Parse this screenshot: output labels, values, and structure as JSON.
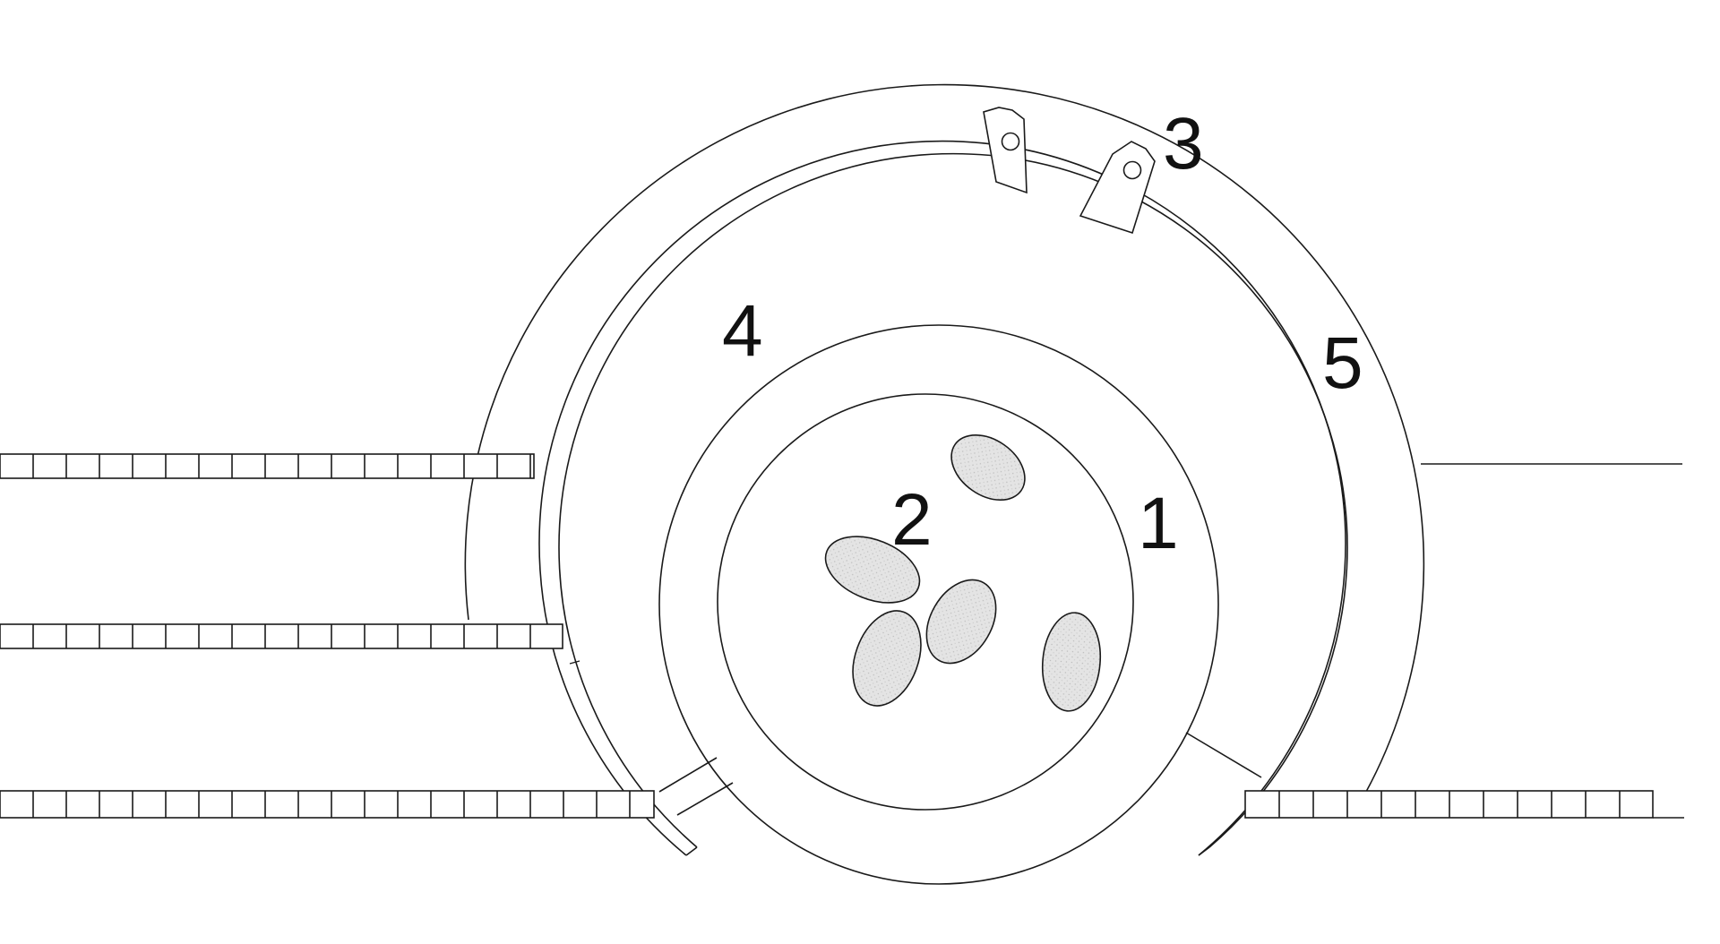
{
  "diagram": {
    "labels": {
      "one": "1",
      "two": "2",
      "three": "3",
      "four": "4",
      "five": "5"
    },
    "colors": {
      "stroke": "#1a1a1a",
      "blob_fill": "#e2e2e2",
      "background": "#ffffff"
    }
  }
}
